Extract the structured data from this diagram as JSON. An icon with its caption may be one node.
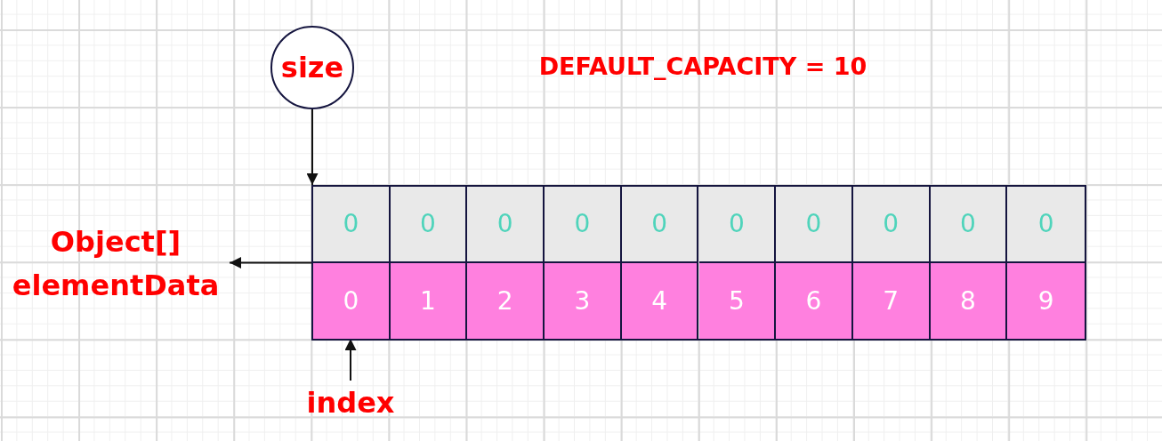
{
  "diagram": {
    "nodes": [
      {
        "text": [
          "size"
        ]
      },
      {
        "text": [
          "Object[] elementData"
        ]
      },
      {
        "text": [],
        "shape": "box"
      },
      {
        "text": [
          "0"
        ],
        "in": 2
      },
      {
        "text": [
          "0"
        ],
        "in": 2
      },
      {
        "text": [
          "0"
        ],
        "in": 2
      },
      {
        "text": [
          "0"
        ],
        "in": 2
      },
      {
        "text": [
          "0"
        ],
        "in": 2
      },
      {
        "text": [
          "0"
        ],
        "in": 2
      },
      {
        "text": [
          "0"
        ],
        "in": 2
      },
      {
        "text": [
          "0"
        ],
        "in": 2
      },
      {
        "text": [
          "0"
        ],
        "in": 2
      },
      {
        "text": [
          "0"
        ],
        "in": 2
      },
      {
        "text": [
          "0"
        ],
        "in": 2
      },
      {
        "text": [
          "1"
        ],
        "in": 2
      },
      {
        "text": [
          "2"
        ],
        "in": 2
      },
      {
        "text": [
          "3"
        ],
        "in": 2
      },
      {
        "text": [
          "4"
        ],
        "in": 2
      },
      {
        "text": [
          "5"
        ],
        "in": 2
      },
      {
        "text": [
          "6"
        ],
        "in": 2
      },
      {
        "text": [
          "7"
        ],
        "in": 2
      },
      {
        "text": [
          "8"
        ],
        "in": 2
      },
      {
        "text": [
          "9"
        ],
        "in": 2
      },
      {
        "text": [
          "index"
        ]
      }
    ],
    "edges": [
      {
        "from": 0,
        "to": 2,
        "arrow": "to"
      },
      {
        "from": 2,
        "to": 1,
        "arrow": "to"
      },
      {
        "from": 23,
        "to": 13,
        "arrow": "to"
      }
    ],
    "labels": [
      "DEFAULT_CAPACITY = 10"
    ]
  }
}
